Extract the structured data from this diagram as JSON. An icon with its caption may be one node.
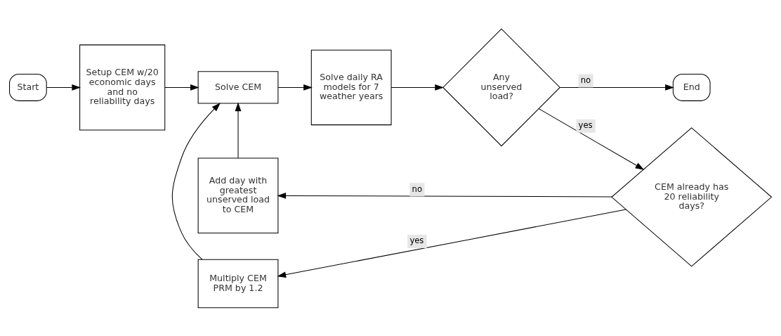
{
  "diagram": {
    "nodes": [
      {
        "text": [
          "Start"
        ]
      },
      {
        "text": [
          "Setup CEM w/20 economic days and no reliability days"
        ]
      },
      {
        "text": [
          "Solve CEM"
        ]
      },
      {
        "text": [
          "Solve daily RA models for 7 weather years"
        ]
      },
      {
        "text": [
          "Any unserved load?"
        ]
      },
      {
        "text": [
          "End"
        ]
      },
      {
        "text": [
          "CEM already has 20 reliability days?"
        ]
      },
      {
        "text": [
          "Add day with greatest unserved load to CEM"
        ]
      },
      {
        "text": [
          "Multiply CEM PRM by 1.2"
        ]
      }
    ],
    "edges": [
      {
        "from": 0,
        "to": 1,
        "arrow": "to"
      },
      {
        "from": 1,
        "to": 2,
        "arrow": "to"
      },
      {
        "from": 2,
        "to": 3,
        "arrow": "to"
      },
      {
        "from": 3,
        "to": 4,
        "arrow": "to"
      },
      {
        "from": 4,
        "to": 5,
        "arrow": "to",
        "label": "no"
      },
      {
        "from": 4,
        "to": 6,
        "arrow": "to",
        "label": "yes"
      },
      {
        "from": 6,
        "to": 7,
        "arrow": "to",
        "label": "no"
      },
      {
        "from": 6,
        "to": 8,
        "arrow": "to",
        "label": "yes"
      },
      {
        "from": 7,
        "to": 2,
        "arrow": "to"
      },
      {
        "from": 8,
        "to": 2,
        "arrow": "to"
      }
    ]
  }
}
